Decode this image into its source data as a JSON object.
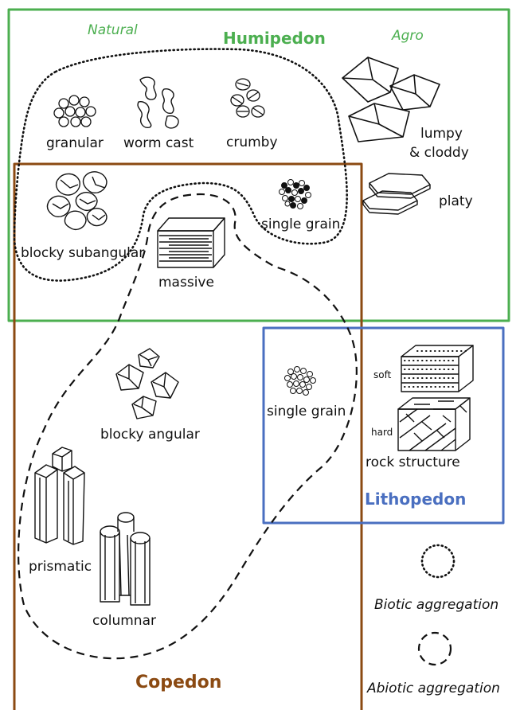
{
  "colors": {
    "humipedon": "#4caf50",
    "copedon": "#8b4a12",
    "lithopedon": "#4a6fc0",
    "ink": "#111111"
  },
  "humipedon": {
    "title": "Humipedon",
    "natural_label": "Natural",
    "agro_label": "Agro"
  },
  "copedon": {
    "title": "Copedon"
  },
  "lithopedon": {
    "title": "Lithopedon"
  },
  "structures": {
    "granular": "granular",
    "worm_cast": "worm cast",
    "crumby": "crumby",
    "lumpy_line1": "lumpy",
    "lumpy_line2": "& cloddy",
    "platy": "platy",
    "blocky_subangular": "blocky subangular",
    "single_grain_top": "single grain",
    "massive": "massive",
    "blocky_angular": "blocky angular",
    "single_grain_litho": "single grain",
    "soft": "soft",
    "hard": "hard",
    "rock_structure": "rock structure",
    "prismatic": "prismatic",
    "columnar": "columnar"
  },
  "legend": {
    "biotic": "Biotic aggregation",
    "abiotic": "Abiotic aggregation"
  }
}
